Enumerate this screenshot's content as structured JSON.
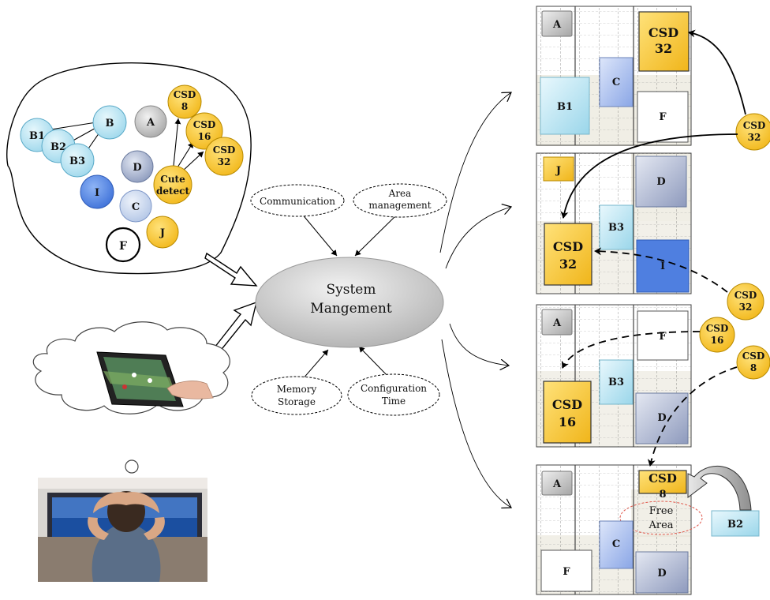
{
  "circles": {
    "b1": "B1",
    "b2": "B2",
    "b3": "B3",
    "b": "B",
    "a": "A",
    "csd8_l1": "CSD",
    "csd8_l2": "8",
    "csd16_l1": "CSD",
    "csd16_l2": "16",
    "csd32_l1": "CSD",
    "csd32_l2": "32",
    "d": "D",
    "cute_l1": "Cute",
    "cute_l2": "detect",
    "i": "I",
    "c": "C",
    "f": "F",
    "j": "J"
  },
  "factors": {
    "communication": "Communication",
    "area_l1": "Area",
    "area_l2": "management",
    "memory_l1": "Memory",
    "memory_l2": "Storage",
    "config_l1": "Configuration",
    "config_l2": "Time"
  },
  "center": {
    "line1": "System",
    "line2": "Mangement"
  },
  "panel1": {
    "a": "A",
    "csd_l1": "CSD",
    "csd_l2": "32",
    "c": "C",
    "b1": "B1",
    "f": "F"
  },
  "panel2": {
    "j": "J",
    "d": "D",
    "b3": "B3",
    "csd_l1": "CSD",
    "csd_l2": "32",
    "i": "I"
  },
  "panel3": {
    "a": "A",
    "f": "F",
    "b3": "B3",
    "csd_l1": "CSD",
    "csd_l2": "16",
    "d": "D"
  },
  "panel4": {
    "a": "A",
    "csd_l1": "CSD",
    "csd_l2": "8",
    "free_l1": "Free",
    "free_l2": "Area",
    "c": "C",
    "f": "F",
    "d": "D",
    "b2": "B2"
  },
  "outer": {
    "csd32a_l1": "CSD",
    "csd32a_l2": "32",
    "csd32b_l1": "CSD",
    "csd32b_l2": "32",
    "csd16_l1": "CSD",
    "csd16_l2": "16",
    "csd8_l1": "CSD",
    "csd8_l2": "8"
  },
  "colors": {
    "yellow": "#f7c93a",
    "lightblue": "#bfe6f2",
    "blue": "#5b8de8",
    "steel": "#a9b4cf",
    "grey": "#c8c8c8",
    "beige": "#e6e2d4"
  }
}
